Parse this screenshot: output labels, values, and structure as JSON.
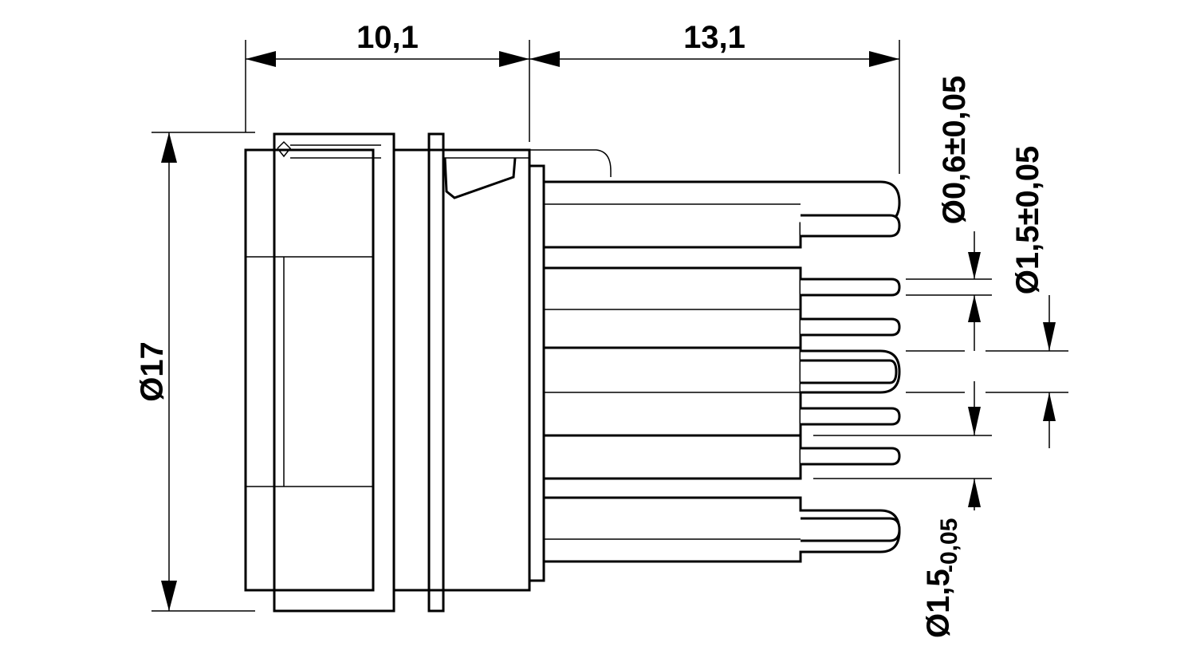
{
  "dimensions": {
    "length_front": "10,1",
    "length_pins": "13,1",
    "outer_diameter": "Ø17",
    "pin_diameter_small": "Ø0,6±0,05",
    "pin_spacing": "Ø1,5±0,05",
    "pin_diameter_large_base": "Ø1,5",
    "pin_diameter_large_tol": "-0,05"
  }
}
